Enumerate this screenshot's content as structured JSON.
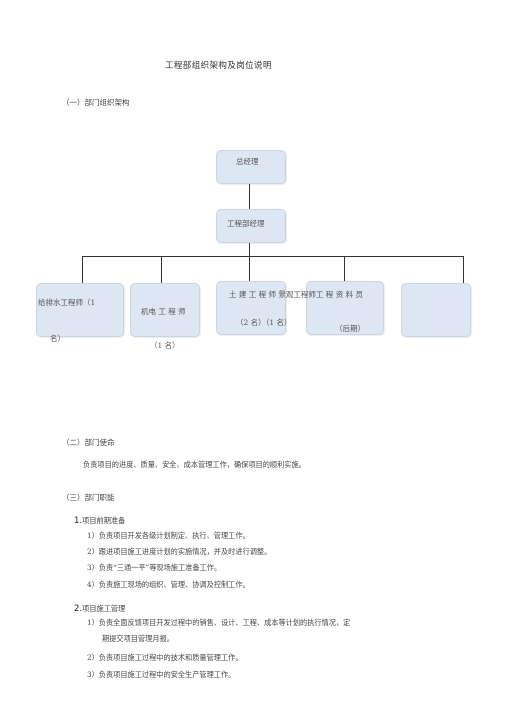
{
  "title": "工程部组织架构及岗位说明",
  "section1": {
    "heading": "（一）部门组织架构"
  },
  "org": {
    "top": "总经理",
    "dept": "工程部经理",
    "roles": {
      "plumbing_line1": "给排水工程师（1",
      "plumbing_line2": "名）",
      "electrical_line1": "机电 工 程 师",
      "electrical_line2": "（1 名）",
      "civil_landscape_docs_line1": "土 建 工 程 师 景观工程师工 程 资 料 员",
      "civil_landscape_line2": "（2 名）（1 名）",
      "docs_line2": "（后期）"
    }
  },
  "section2": {
    "heading": "（二）部门使命",
    "text": "负责项目的进度、质量、安全、成本管理工作，确保项目的顺利实施。"
  },
  "section3": {
    "heading": "（三）部门职能",
    "sub1": {
      "num": "1.",
      "label": "项目前期准备",
      "items": [
        "1）负责项目开发各级计划制定、执行、管理工作。",
        "2）跟进项目施工进度计划的实施情况，并及时进行调整。",
        "3）负责“三通一平”等现场施工准备工作。",
        "4）负责施工现场的组织、管理、协调及控制工作。"
      ]
    },
    "sub2": {
      "num": "2.",
      "label": "项目施工管理",
      "items": [
        "1）负责全面反馈项目开发过程中的销售、设计、工程、成本等计划的执行情况，定",
        "期提交项目管理月报。",
        "2）负责项目施工过程中的技术和质量管理工作。",
        "3）负责项目施工过程中的安全生产管理工作。"
      ]
    }
  }
}
